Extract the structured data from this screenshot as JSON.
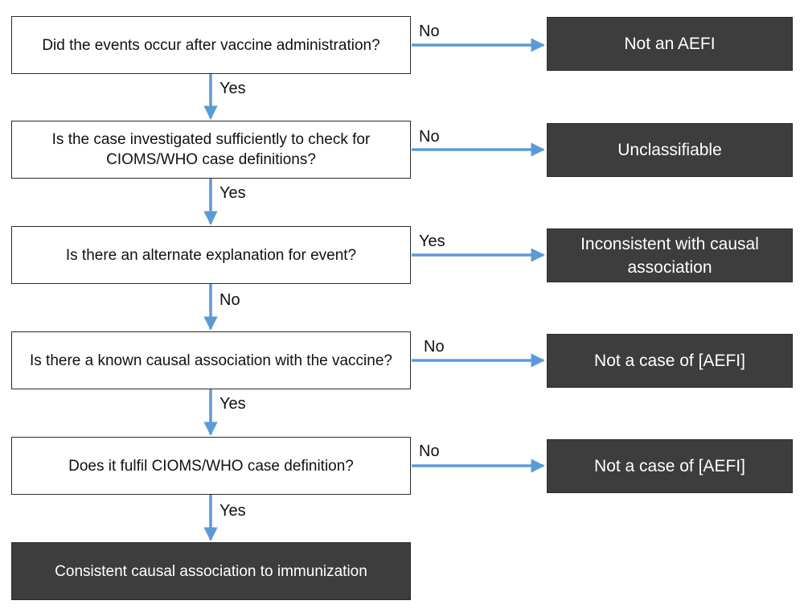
{
  "questions": [
    {
      "text": "Did the events occur after vaccine administration?"
    },
    {
      "text": "Is the case investigated sufficiently to check for CIOMS/WHO case definitions?"
    },
    {
      "text": "Is there an alternate explanation for event?"
    },
    {
      "text": "Is there a known causal association with the vaccine?"
    },
    {
      "text": "Does it fulfil CIOMS/WHO case definition?"
    }
  ],
  "outcomes": [
    {
      "text": "Not an AEFI"
    },
    {
      "text": "Unclassifiable"
    },
    {
      "text": "Inconsistent with causal association"
    },
    {
      "text": "Not a case of [AEFI]"
    },
    {
      "text": "Not a case of [AEFI]"
    }
  ],
  "final_outcome": "Consistent causal association to immunization",
  "side_labels": [
    "No",
    "No",
    "Yes",
    "No",
    "No"
  ],
  "down_labels": [
    "Yes",
    "Yes",
    "No",
    "Yes",
    "Yes"
  ],
  "colors": {
    "arrow": "#5b9bd5",
    "outcome_fill": "#3d3d3d",
    "box_border": "#2b2b2b"
  }
}
